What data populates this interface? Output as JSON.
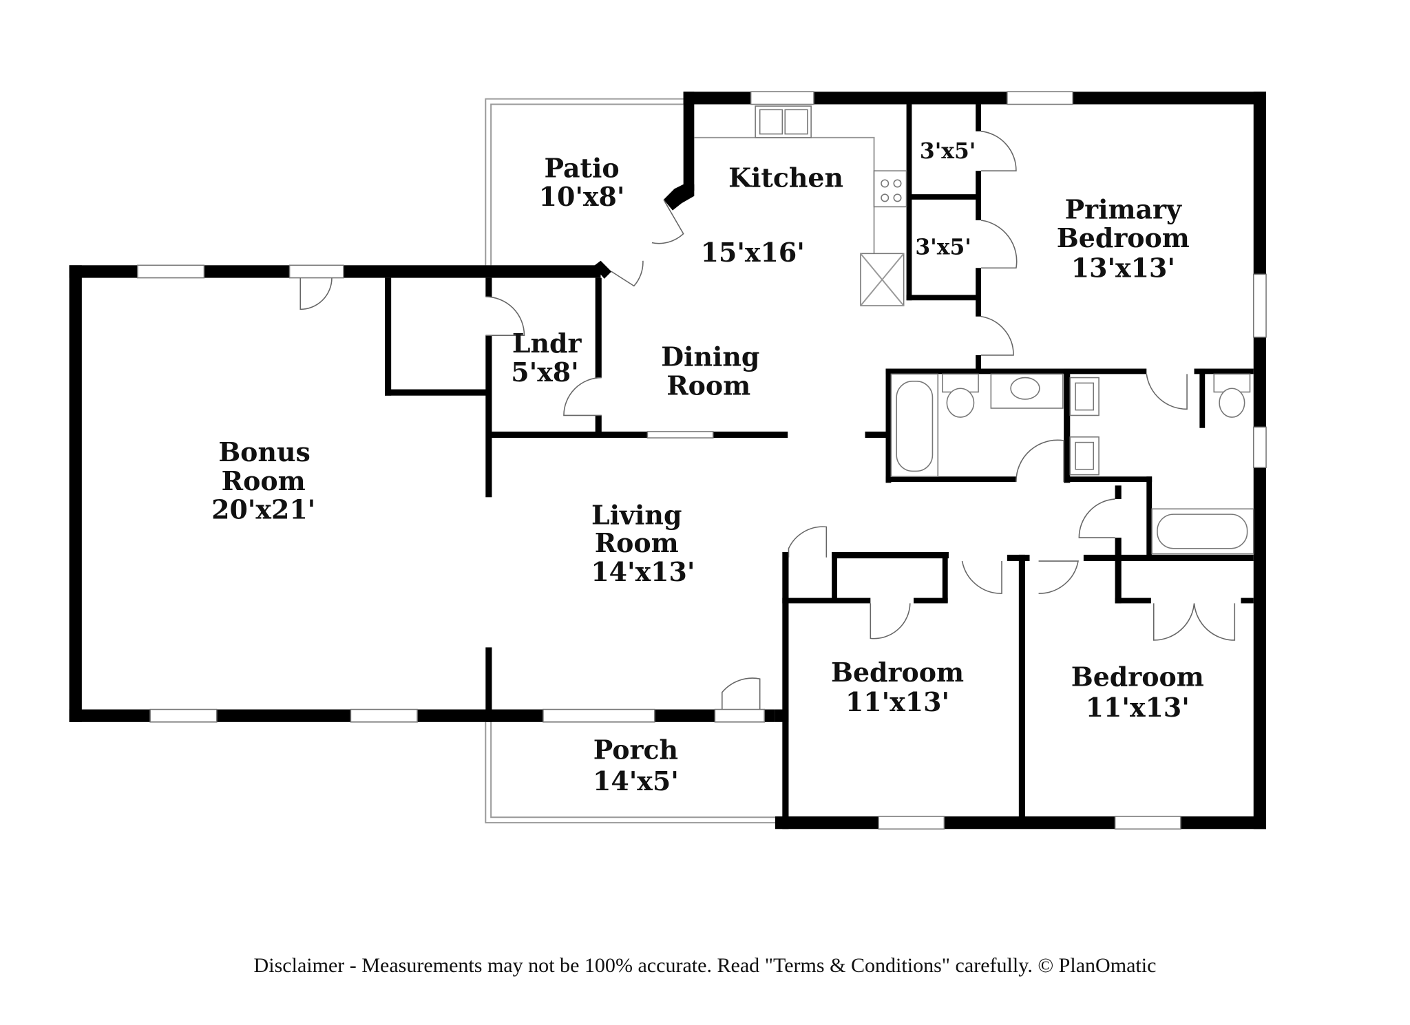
{
  "rooms": {
    "patio": {
      "name": "Patio",
      "size": "10'x8'"
    },
    "kitchen": {
      "name": "Kitchen",
      "size": "15'x16'"
    },
    "closet1": {
      "size": "3'x5'"
    },
    "closet2": {
      "size": "3'x5'"
    },
    "primary_bedroom": {
      "name_line1": "Primary",
      "name_line2": "Bedroom",
      "size": "13'x13'"
    },
    "laundry": {
      "name": "Lndr",
      "size": "5'x8'"
    },
    "dining_room": {
      "name_line1": "Dining",
      "name_line2": "Room"
    },
    "bonus_room": {
      "name_line1": "Bonus",
      "name_line2": "Room",
      "size": "20'x21'"
    },
    "living_room": {
      "name_line1": "Living",
      "name_line2": "Room",
      "size": "14'x13'"
    },
    "bedroom1": {
      "name": "Bedroom",
      "size": "11'x13'"
    },
    "bedroom2": {
      "name": "Bedroom",
      "size": "11'x13'"
    },
    "porch": {
      "name": "Porch",
      "size": "14'x5'"
    }
  },
  "disclaimer": "Disclaimer - Measurements may not be 100% accurate. Read \"Terms & Conditions\" carefully. © PlanOmatic"
}
